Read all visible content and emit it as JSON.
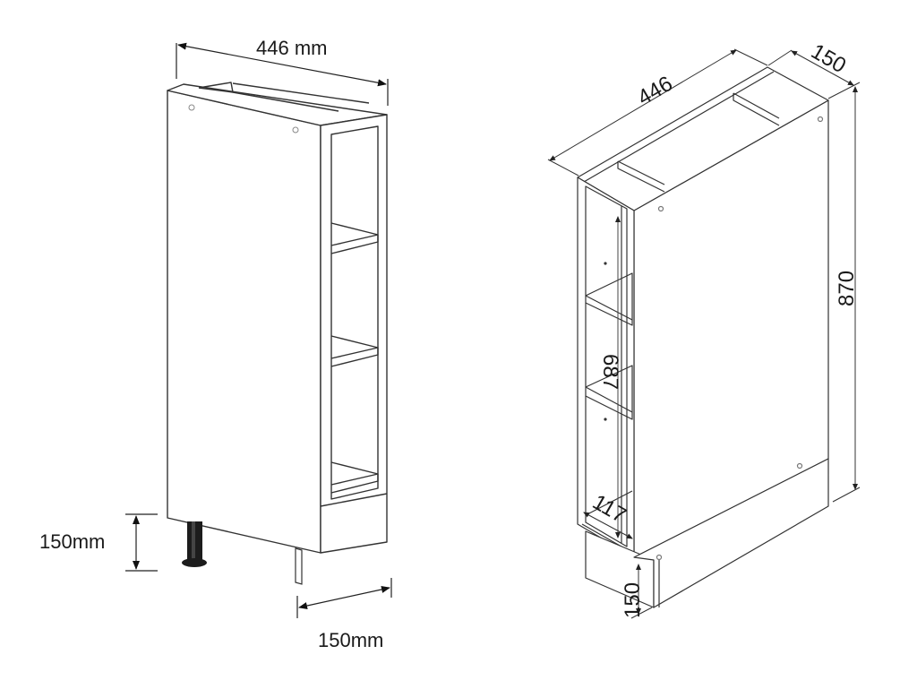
{
  "diagram": {
    "subject": "Narrow base cabinet with open shelves",
    "views": [
      {
        "name": "left-view",
        "dimensions": {
          "width_label": "446 mm",
          "leg_height_label": "150mm",
          "depth_label": "150mm"
        }
      },
      {
        "name": "right-view",
        "dimensions": {
          "width_label": "446",
          "depth_label": "150",
          "height_label": "870",
          "inner_height_label": "687",
          "inner_depth_label": "117",
          "plinth_height_label": "150"
        }
      }
    ],
    "colors": {
      "line": "#333333",
      "leg": "#1c1c1c",
      "background": "#ffffff"
    }
  }
}
